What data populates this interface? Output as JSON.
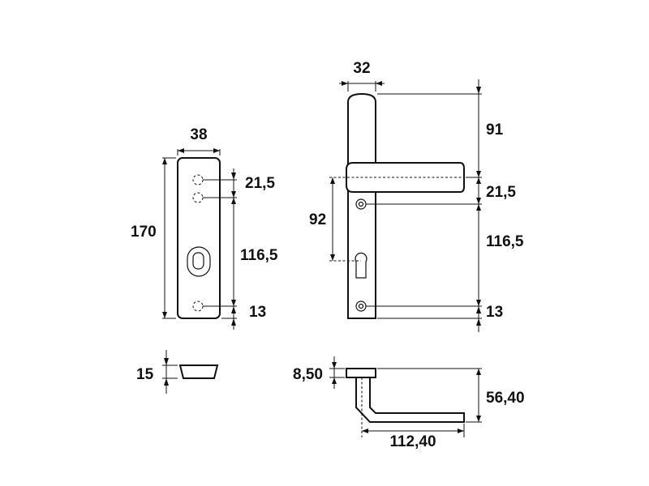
{
  "diagram": {
    "left_plate": {
      "width_label": "38",
      "height_label": "170",
      "upper_spacing_label": "21,5",
      "middle_spacing_label": "116,5",
      "lower_spacing_label": "13",
      "thickness_label": "15"
    },
    "right_plate": {
      "width_label": "32",
      "handle_top_label": "91",
      "upper_spacing_label": "21,5",
      "handle_axis_label": "92",
      "middle_spacing_label": "116,5",
      "lower_spacing_label": "13"
    },
    "handle_side": {
      "rose_height_label": "8,50",
      "projection_label": "56,40",
      "length_label": "112,40"
    }
  }
}
